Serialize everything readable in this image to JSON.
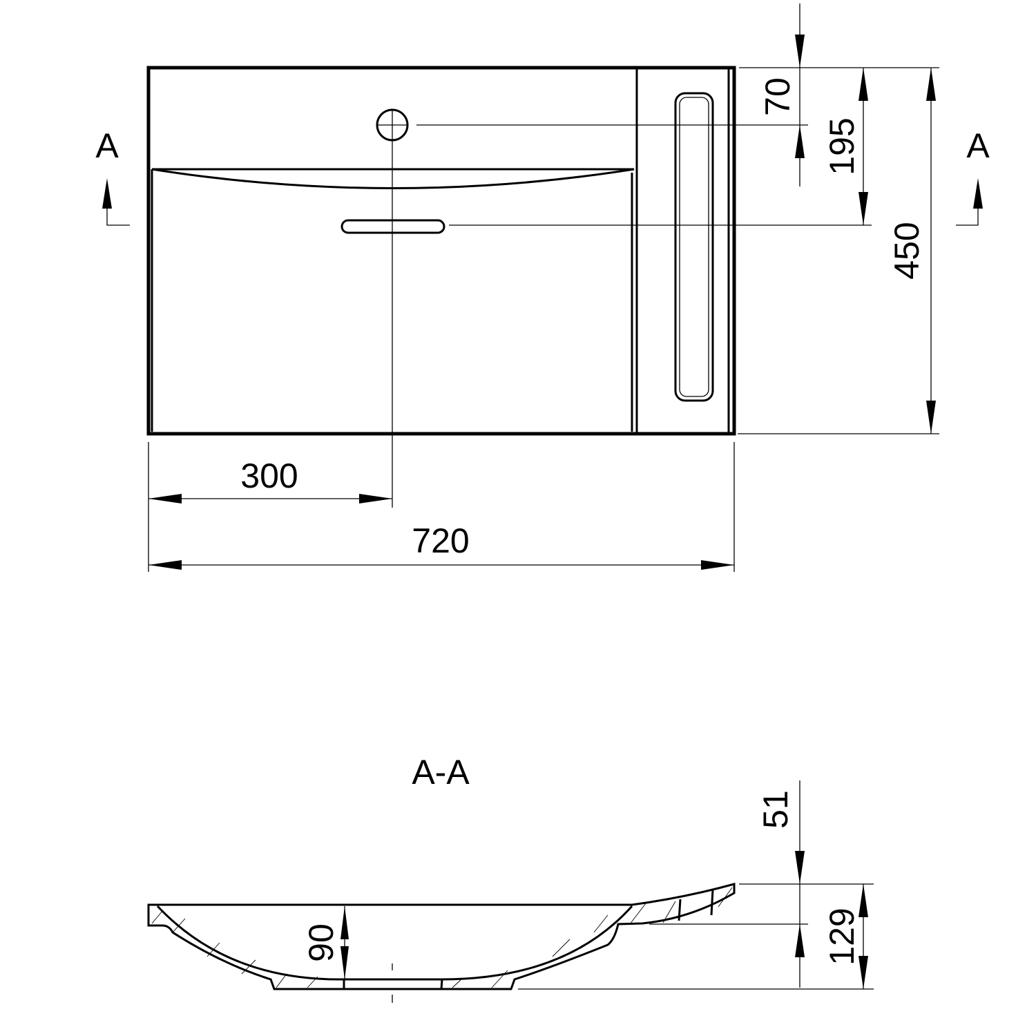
{
  "top_view": {
    "section_marker_left": "A",
    "section_marker_right": "A"
  },
  "dimensions": {
    "tap_from_back": "70",
    "overflow_from_back": "195",
    "depth": "450",
    "tap_from_left": "300",
    "width": "720"
  },
  "section_view": {
    "title": "A-A",
    "rim_height": "51",
    "bowl_depth": "90",
    "total_height": "129"
  },
  "colors": {
    "line": "#000000",
    "background": "#ffffff"
  }
}
